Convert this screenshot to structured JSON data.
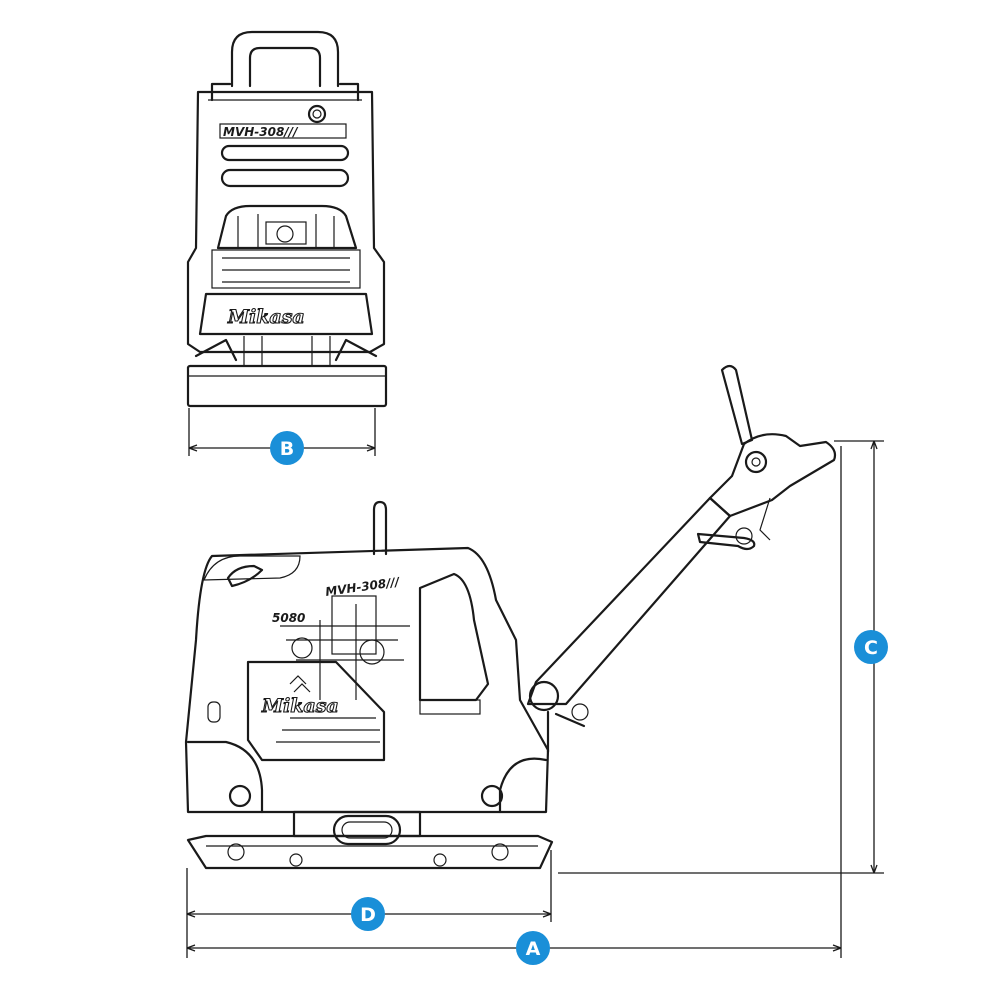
{
  "diagram": {
    "accent_color": "#1a8fd8",
    "line_color": "#1a1a1a",
    "front_view": {
      "brand_text": "Mikasa",
      "model_text": "MVH-308///",
      "dimension_label": "B"
    },
    "side_view": {
      "brand_text": "Mikasa",
      "model_text": "MVH-308///",
      "model_partial": "5080",
      "dimension_labels": {
        "overall_length": "A",
        "height": "C",
        "base_length": "D"
      }
    }
  }
}
